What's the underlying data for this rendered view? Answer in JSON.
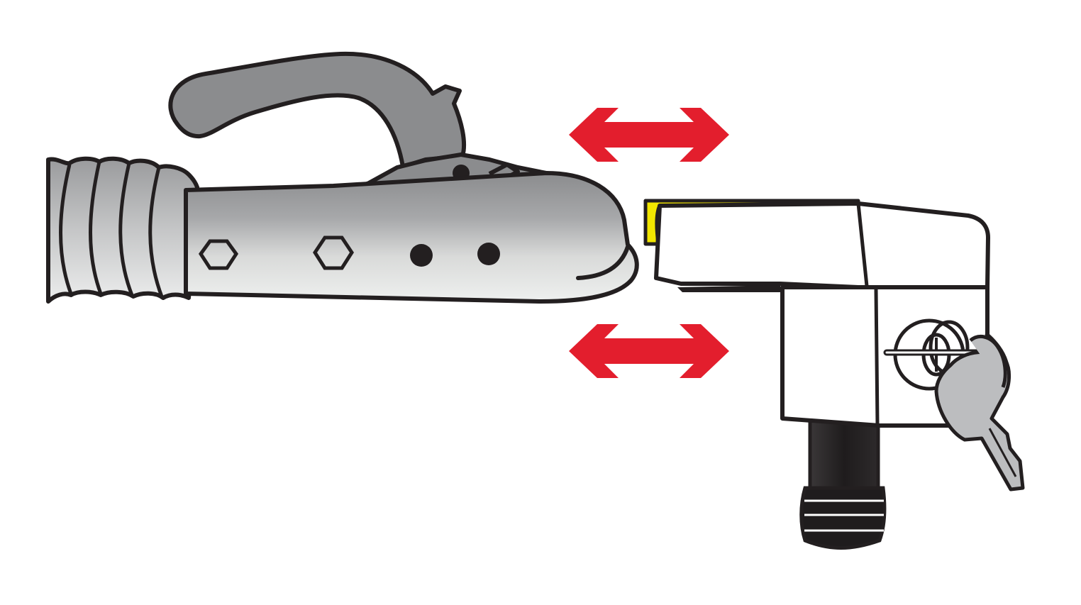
{
  "diagram": {
    "parts": [
      {
        "id": "coupling-head",
        "name": "tow-hitch-coupling-head"
      },
      {
        "id": "lock",
        "name": "hitch-lock"
      },
      {
        "id": "key",
        "name": "key"
      }
    ],
    "arrows": [
      {
        "id": "upper-arrow",
        "meaning": "double-headed-arrow"
      },
      {
        "id": "lower-arrow",
        "meaning": "double-headed-arrow"
      }
    ],
    "colors": {
      "outline": "#231f20",
      "arrow": "#e31e2d",
      "metal_dark": "#8b8c8e",
      "metal_light": "#eef0ef",
      "accent_yellow": "#f2e600",
      "lock_body": "#ffffff",
      "pin_dark": "#1f1c1d",
      "key_gray": "#bcbdbf"
    }
  }
}
